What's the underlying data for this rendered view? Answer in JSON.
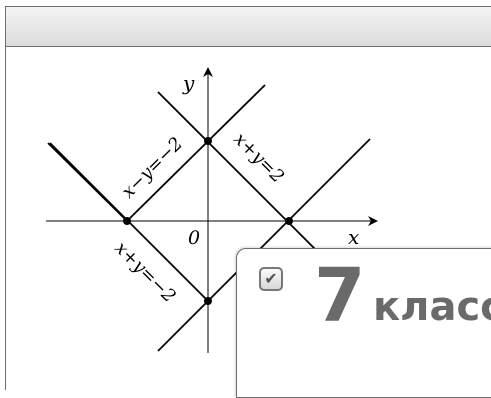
{
  "diagram": {
    "axes": {
      "x_label": "x",
      "y_label": "y",
      "origin_label": "0"
    },
    "lines": [
      {
        "label": "x−y=−2"
      },
      {
        "label": "x+y=2"
      },
      {
        "label": "x+y=−2"
      }
    ],
    "points": [
      {
        "x": 0,
        "y": 2
      },
      {
        "x": 2,
        "y": 0
      },
      {
        "x": 0,
        "y": -2
      },
      {
        "x": -2,
        "y": 0
      }
    ]
  },
  "card": {
    "check_glyph": "✔",
    "grade_number": "7",
    "grade_word": "класс"
  }
}
